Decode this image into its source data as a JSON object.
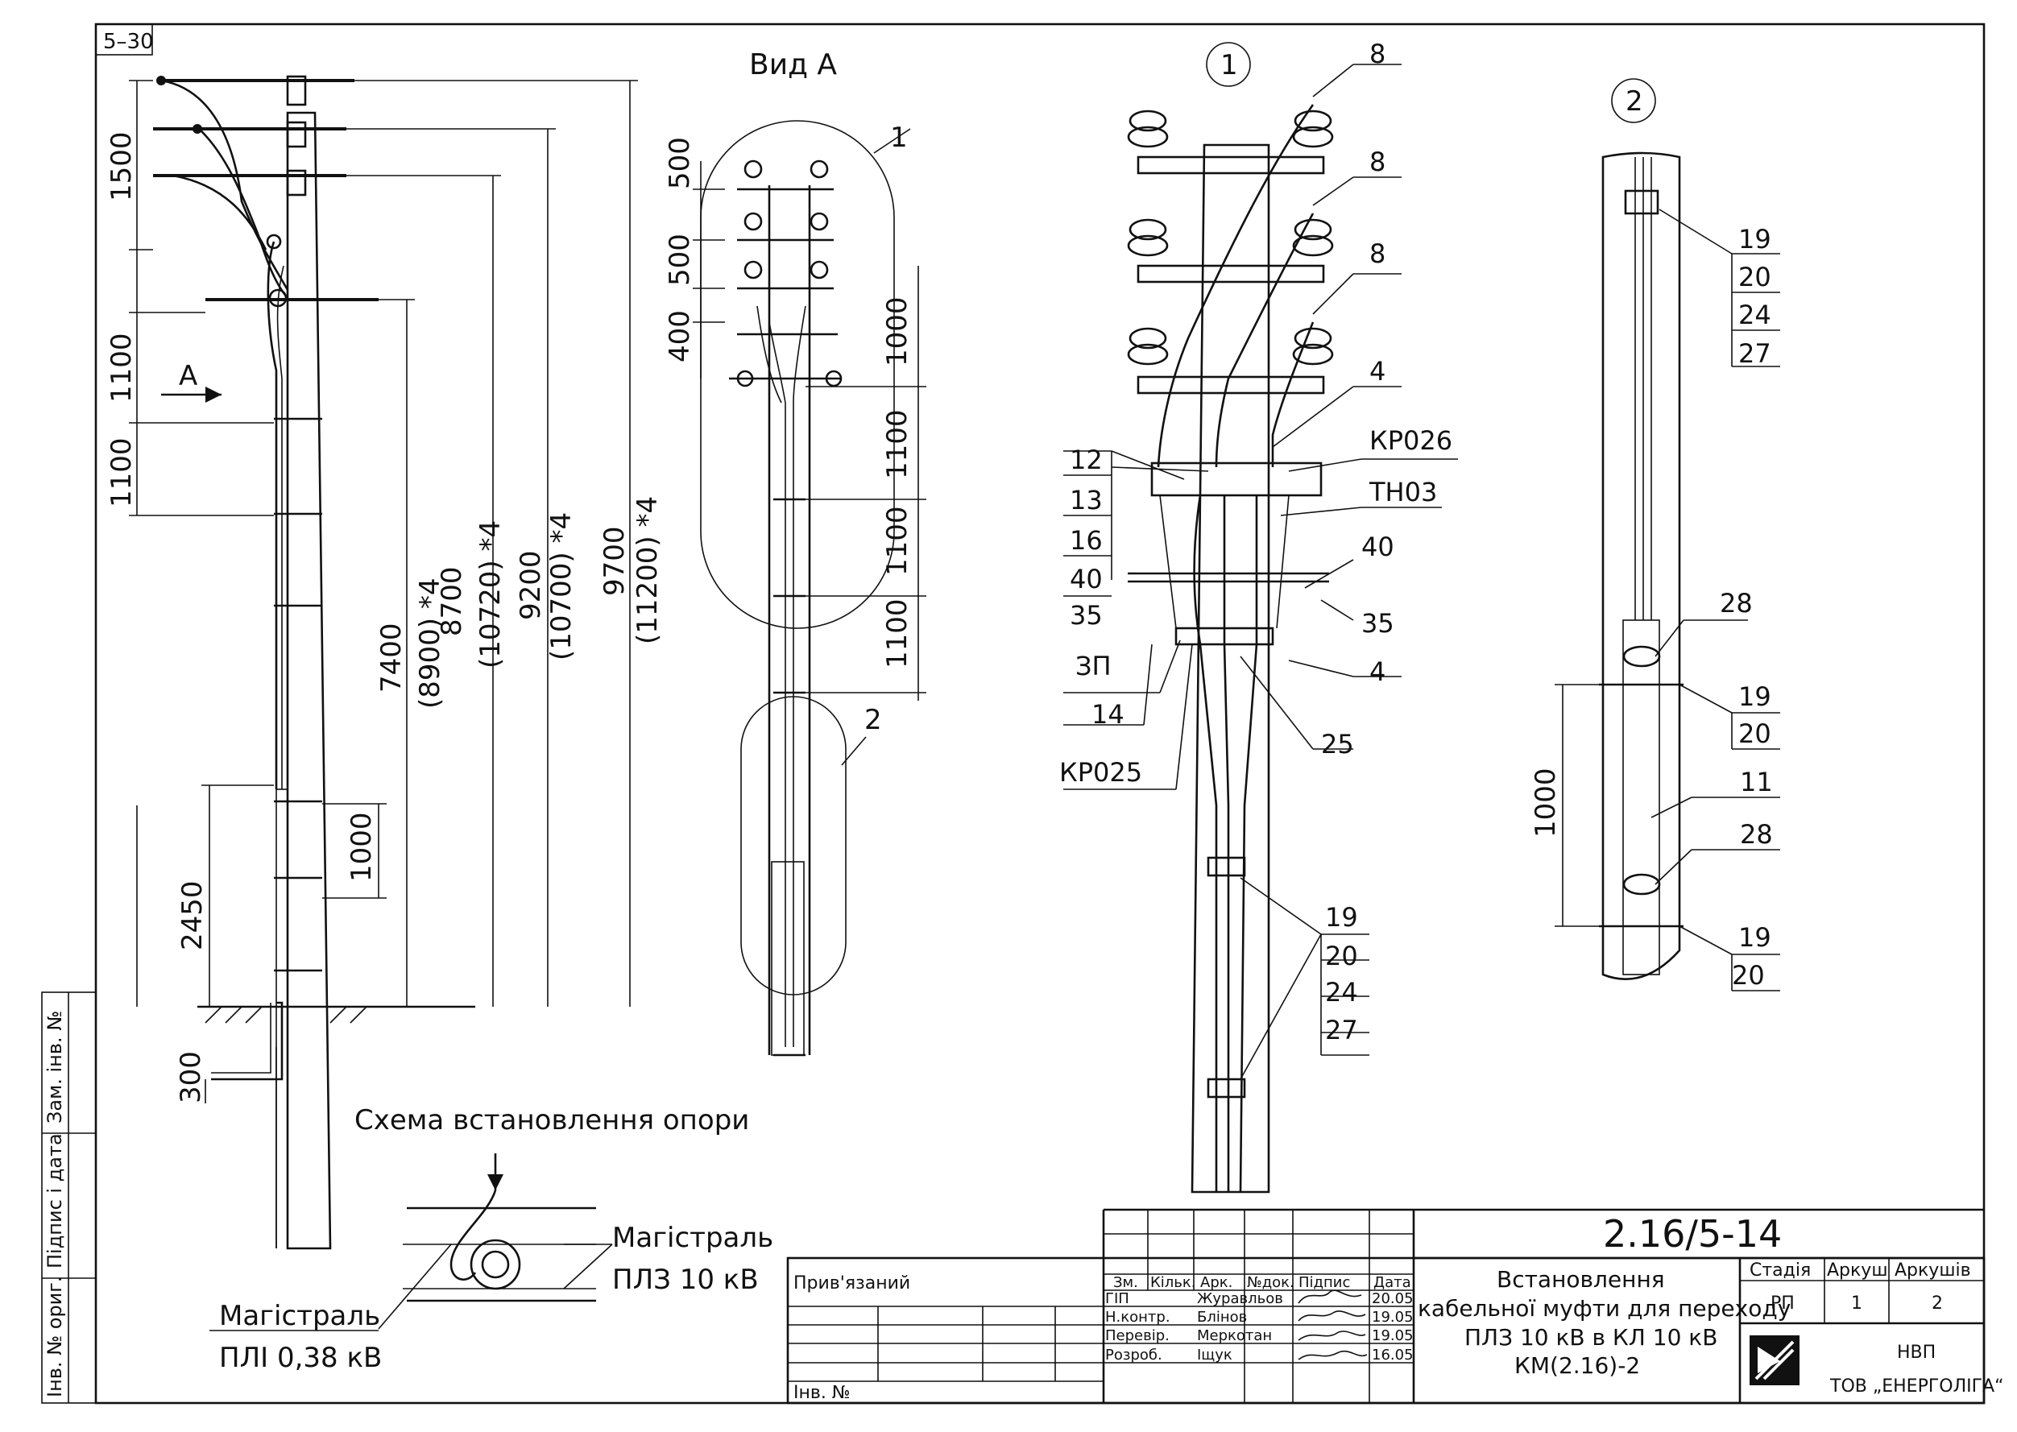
{
  "sheet": {
    "corner": "5–30"
  },
  "view_a": {
    "title": "Вид А"
  },
  "callouts": {
    "c1": "1",
    "c2": "2"
  },
  "left_view": {
    "dims": {
      "d1500": "1500",
      "d1100a": "1100",
      "d1100b": "1100",
      "d2450": "2450",
      "d1000": "1000",
      "d300": "300",
      "d7400": "7400",
      "d8900": "(8900) *4",
      "d8700": "8700",
      "d10720": "(10720) *4",
      "d9200": "9200",
      "d10700": "(10700) *4",
      "d9700": "9700",
      "d11200": "(11200) *4"
    },
    "arrow_a": "А"
  },
  "scheme": {
    "title": "Схема встановлення опори",
    "main1_a": "Магістраль",
    "main1_b": "ПЛЗ 10 кВ",
    "main2_a": "Магістраль",
    "main2_b": "ПЛІ 0,38 кВ"
  },
  "viewa_dims": {
    "v500a": "500",
    "v500b": "500",
    "v400": "400",
    "v1000": "1000",
    "v1100a": "1100",
    "v1100b": "1100",
    "v1100c": "1100",
    "lbl1": "1",
    "lbl2": "2"
  },
  "detail1": {
    "n8a": "8",
    "n8b": "8",
    "n8c": "8",
    "n4a": "4",
    "kr026": "КР026",
    "th03": "ТН03",
    "n40r": "40",
    "n35r": "35",
    "n4b": "4",
    "n25": "25",
    "n12": "12",
    "n13": "13",
    "n16": "16",
    "n40l": "40",
    "n35l": "35",
    "zp": "ЗП",
    "n14": "14",
    "kr025": "КР025",
    "n19": "19",
    "n20": "20",
    "n24": "24",
    "n27": "27"
  },
  "detail2": {
    "a19": "19",
    "a20": "20",
    "a24": "24",
    "a27": "27",
    "b28": "28",
    "b19": "19",
    "b20": "20",
    "b11": "11",
    "c28": "28",
    "c19": "19",
    "c20": "20",
    "d1000": "1000"
  },
  "left_strip": {
    "s1": "Інв. № ориг.",
    "s2": "Підпис і дата",
    "s3": "Зам. інв. №"
  },
  "title_block": {
    "code": "2.16/5-14",
    "bound": "Прив'язаний",
    "inv": "Інв. №",
    "headers": {
      "zm": "Зм.",
      "kilk": "Кільк.",
      "ark": "Арк.",
      "ndok": "№док.",
      "pidpys": "Підпис",
      "data": "Дата"
    },
    "rows": [
      {
        "role": "ГІП",
        "name": "Журавльов",
        "date": "20.05"
      },
      {
        "role": "Н.контр.",
        "name": "Блінов",
        "date": "19.05"
      },
      {
        "role": "Перевір.",
        "name": "Меркотан",
        "date": "19.05"
      },
      {
        "role": "Розроб.",
        "name": "Іщук",
        "date": "16.05"
      }
    ],
    "title_lines": [
      "Встановлення",
      "кабельної муфти для переходу",
      "ПЛЗ 10 кВ в КЛ 10 кВ",
      "КМ(2.16)-2"
    ],
    "stadia_h": "Стадія",
    "arkush_h": "Аркуш",
    "arkushiv_h": "Аркушів",
    "stadia": "РП",
    "arkush": "1",
    "arkushiv": "2",
    "org1": "НВП",
    "org2": "ТОВ „ЕНЕРГОЛІГА“"
  }
}
